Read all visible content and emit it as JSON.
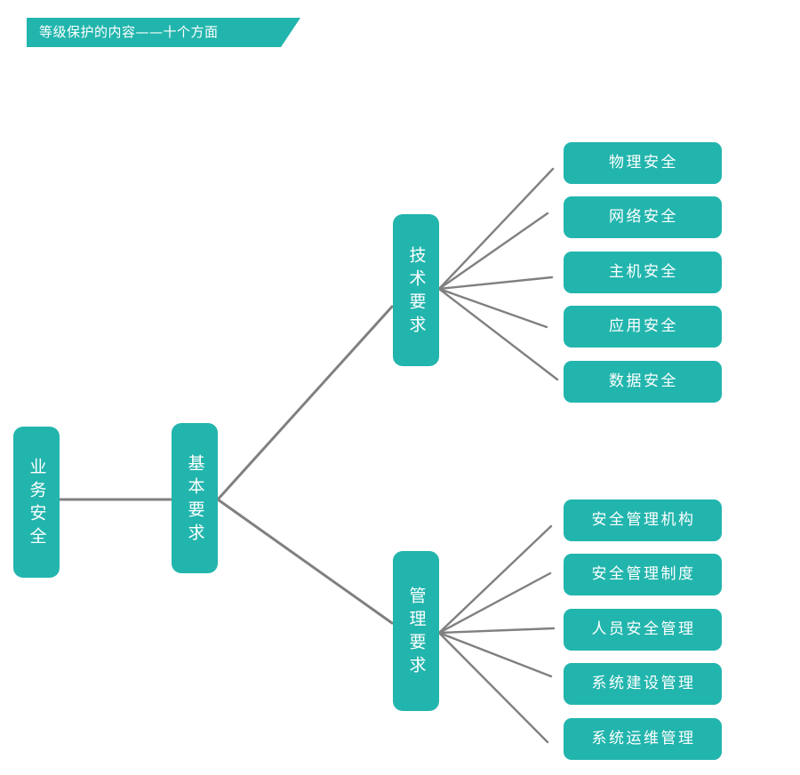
{
  "banner": {
    "title": "等级保护的内容——十个方面",
    "color": "#22B5AD",
    "text_color": "#FFFFFF"
  },
  "theme": {
    "node_fill": "#22B5AD",
    "node_text": "#FFFFFF",
    "link_color": "#808080",
    "background": "#FFFFFF"
  },
  "diagram": {
    "type": "mind-map",
    "root": {
      "label": "业务安全"
    },
    "level1": {
      "label": "基本要求"
    },
    "branches": [
      {
        "label": "技术要求",
        "children": [
          {
            "label": "物理安全"
          },
          {
            "label": "网络安全"
          },
          {
            "label": "主机安全"
          },
          {
            "label": "应用安全"
          },
          {
            "label": "数据安全"
          }
        ]
      },
      {
        "label": "管理要求",
        "children": [
          {
            "label": "安全管理机构"
          },
          {
            "label": "安全管理制度"
          },
          {
            "label": "人员安全管理"
          },
          {
            "label": "系统建设管理"
          },
          {
            "label": "系统运维管理"
          }
        ]
      }
    ]
  }
}
